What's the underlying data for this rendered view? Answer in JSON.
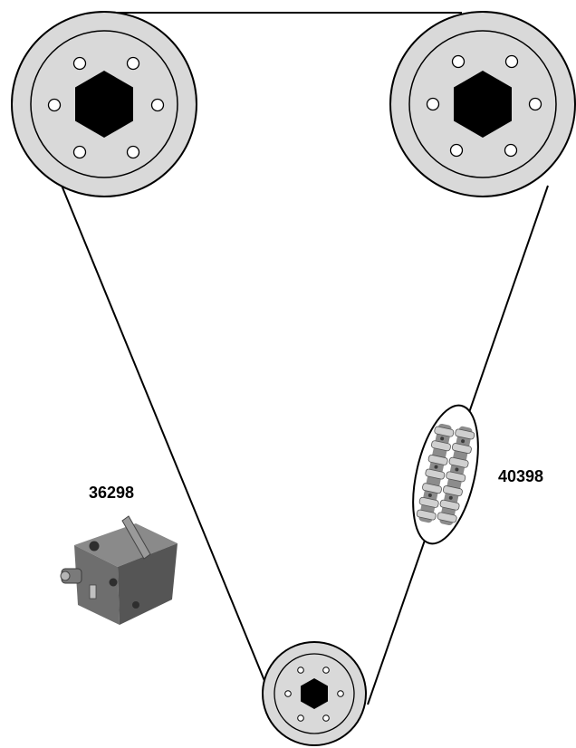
{
  "parts": {
    "tensioner": {
      "part_number": "36298",
      "icon": "chain-tensioner-icon"
    },
    "chain": {
      "part_number": "40398",
      "icon": "timing-chain-icon"
    }
  },
  "sprockets": [
    {
      "id": "upper-left",
      "icon": "sprocket-icon"
    },
    {
      "id": "upper-right",
      "icon": "sprocket-icon"
    },
    {
      "id": "crankshaft",
      "icon": "sprocket-icon"
    }
  ],
  "colors": {
    "line": "#000000",
    "sprocket_fill": "#d9d9d9",
    "hub": "#000000",
    "tensioner_body": "#6e6e6e",
    "chain_metal": "#a8a8a8"
  }
}
